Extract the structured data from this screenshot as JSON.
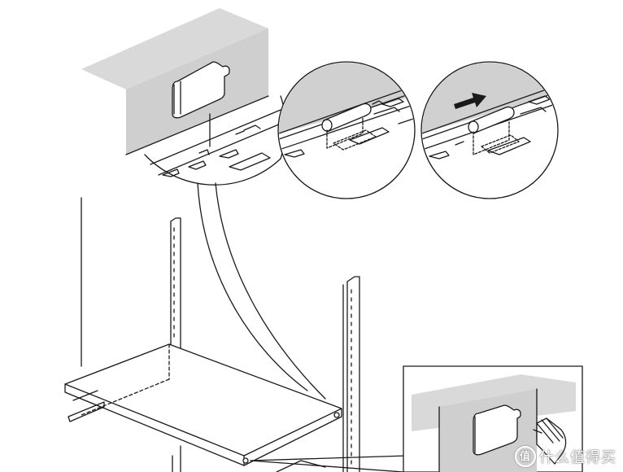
{
  "watermark": {
    "badge": "值",
    "text": "什么值得买"
  },
  "colors": {
    "line": "#1a1a1a",
    "wall": "#d9d9d9",
    "shade": "#c8c8c8",
    "paper": "#ffffff"
  },
  "arrow": {
    "direction": "right"
  }
}
